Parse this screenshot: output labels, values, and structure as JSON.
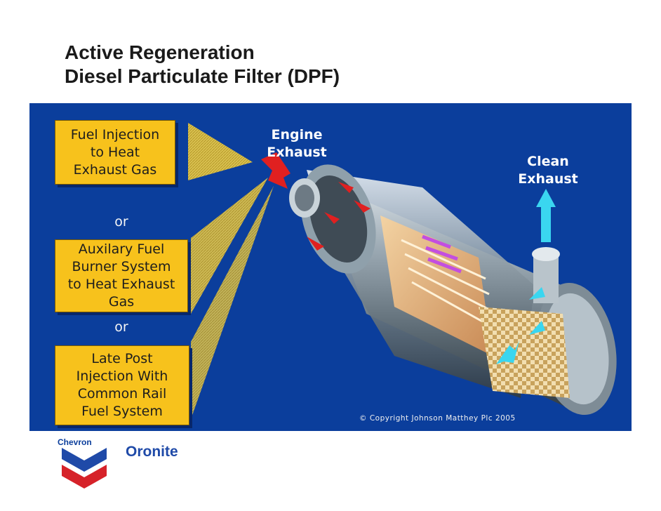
{
  "title": {
    "line1": "Active Regeneration",
    "line2": "Diesel Particulate Filter (DPF)"
  },
  "boxes": [
    {
      "text": "Fuel Injection\nto Heat\nExhaust Gas"
    },
    {
      "text": "Auxilary Fuel\nBurner System\nto Heat Exhaust\nGas"
    },
    {
      "text": "Late Post\nInjection With\nCommon Rail\nFuel System"
    }
  ],
  "connectors": [
    "or",
    "or"
  ],
  "labels": {
    "engine_exhaust": "Engine\nExhaust",
    "clean_exhaust": "Clean\nExhaust"
  },
  "copyright": "© Copyright Johnson Matthey Plc 2005",
  "logos": {
    "chevron": "Chevron",
    "oronite": "Oronite"
  },
  "colors": {
    "panel": "#0b3e9c",
    "box": "#f7c21c",
    "hot_arrow": "#e02020",
    "clean_arrow": "#3ad6f0"
  }
}
